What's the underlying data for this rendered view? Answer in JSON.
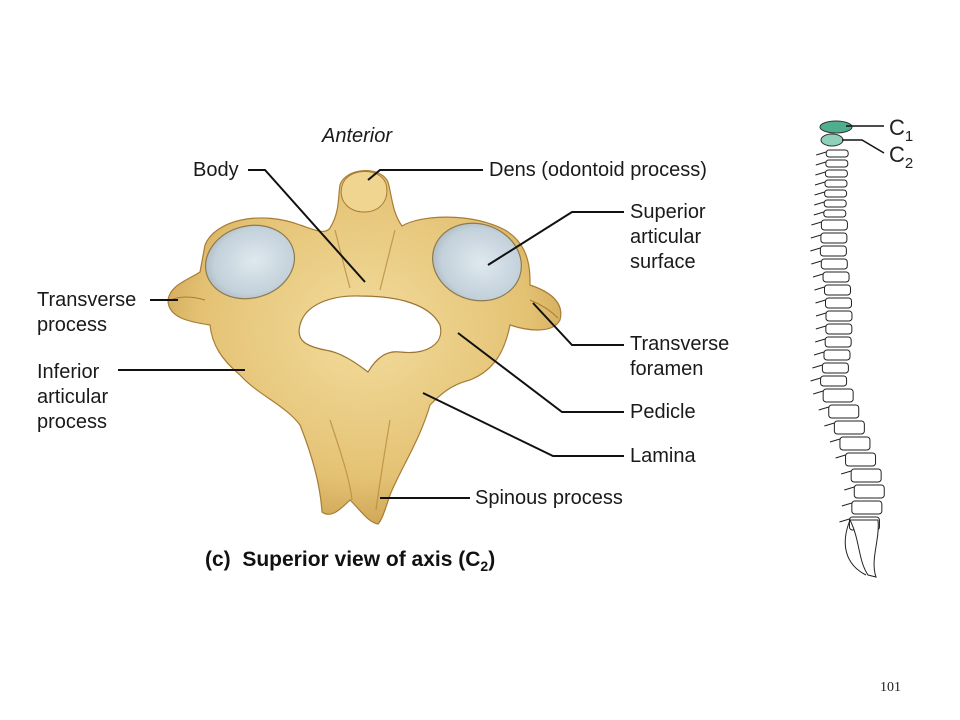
{
  "figure": {
    "orientation": "Anterior",
    "caption": {
      "prefix": "(c)",
      "text": "Superior view of axis (C",
      "subscript": "2",
      "suffix": ")"
    }
  },
  "labels": {
    "body": "Body",
    "dens": "Dens (odontoid process)",
    "superior_articular": [
      "Superior",
      "articular",
      "surface"
    ],
    "transverse_process": [
      "Transverse",
      "process"
    ],
    "inferior_articular": [
      "Inferior",
      "articular",
      "process"
    ],
    "transverse_foramen": [
      "Transverse",
      "foramen"
    ],
    "pedicle": "Pedicle",
    "lamina": "Lamina",
    "spinous_process": "Spinous process"
  },
  "spine_inset": {
    "c1": {
      "letter": "C",
      "sub": "1"
    },
    "c2": {
      "letter": "C",
      "sub": "2"
    },
    "highlight_color": "#4fae8e"
  },
  "colors": {
    "bone": "#e7c77a",
    "bone_shadow": "#c79d4c",
    "articular_surface": "#c9d6df",
    "leader": "#111111"
  },
  "page_number": "101"
}
